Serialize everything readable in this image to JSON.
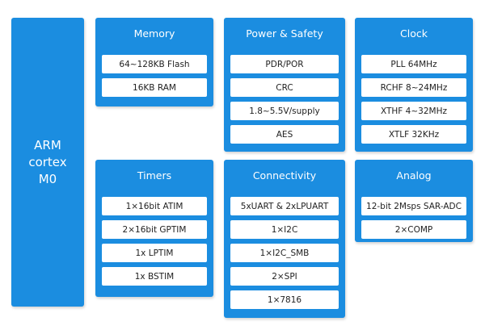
{
  "core": {
    "label": "ARM\ncortex\nM0"
  },
  "memory": {
    "title": "Memory",
    "items": [
      "64~128KB Flash",
      "16KB RAM"
    ]
  },
  "power_safety": {
    "title": "Power  &  Safety",
    "items": [
      "PDR/POR",
      "CRC",
      "1.8~5.5V/supply",
      "AES"
    ]
  },
  "clock": {
    "title": "Clock",
    "items": [
      "PLL 64MHz",
      "RCHF 8~24MHz",
      "XTHF 4~32MHz",
      "XTLF 32KHz"
    ]
  },
  "timers": {
    "title": "Timers",
    "items": [
      "1×16bit ATIM",
      "2×16bit GPTIM",
      "1x LPTIM",
      "1x BSTIM"
    ]
  },
  "connectivity": {
    "title": "Connectivity",
    "items": [
      "5xUART & 2xLPUART",
      "1×I2C",
      "1×I2C_SMB",
      "2×SPI",
      "1×7816"
    ]
  },
  "analog": {
    "title": "Analog",
    "items": [
      "12-bit 2Msps SAR-ADC",
      "2×COMP"
    ]
  }
}
